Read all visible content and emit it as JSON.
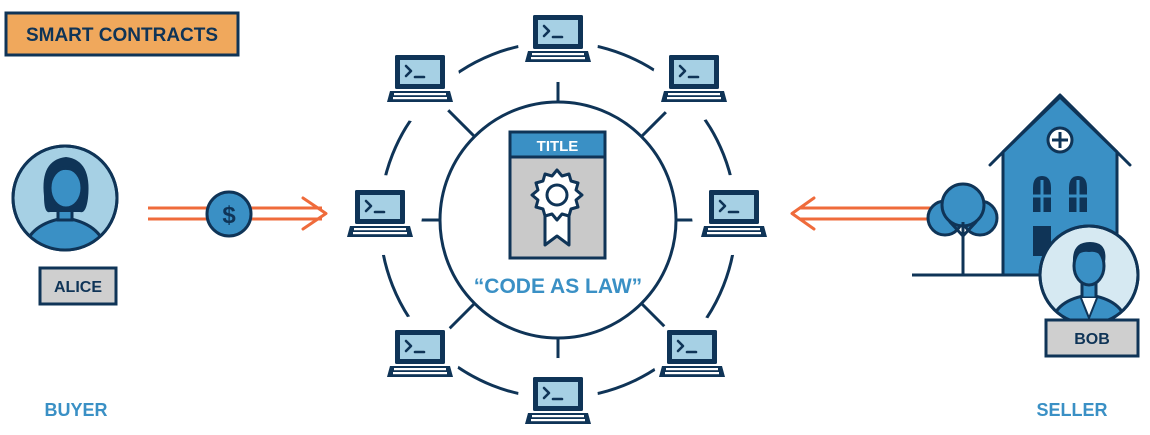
{
  "title_badge": "SMART CONTRACTS",
  "buyer": {
    "name": "ALICE",
    "role": "BUYER"
  },
  "seller": {
    "name": "BOB",
    "role": "SELLER"
  },
  "contract": {
    "document_title": "TITLE",
    "slogan": "“CODE AS LAW”"
  },
  "payment_symbol": "$",
  "colors": {
    "navy": "#0f3457",
    "mid_blue": "#3a90c5",
    "light_blue": "#a6d0e4",
    "pale_blue": "#d6e9f2",
    "orange": "#ef6b3b",
    "badge_orange": "#f0a85c",
    "gray": "#c9c9c9",
    "label_gray": "#cfcfcf"
  },
  "icons": {
    "node": "laptop-terminal-icon",
    "buyer": "person-avatar-icon",
    "seller": "person-avatar-icon",
    "property": "house-icon",
    "tree": "tree-icon",
    "certificate": "certificate-ribbon-icon",
    "payment": "dollar-coin-icon"
  }
}
